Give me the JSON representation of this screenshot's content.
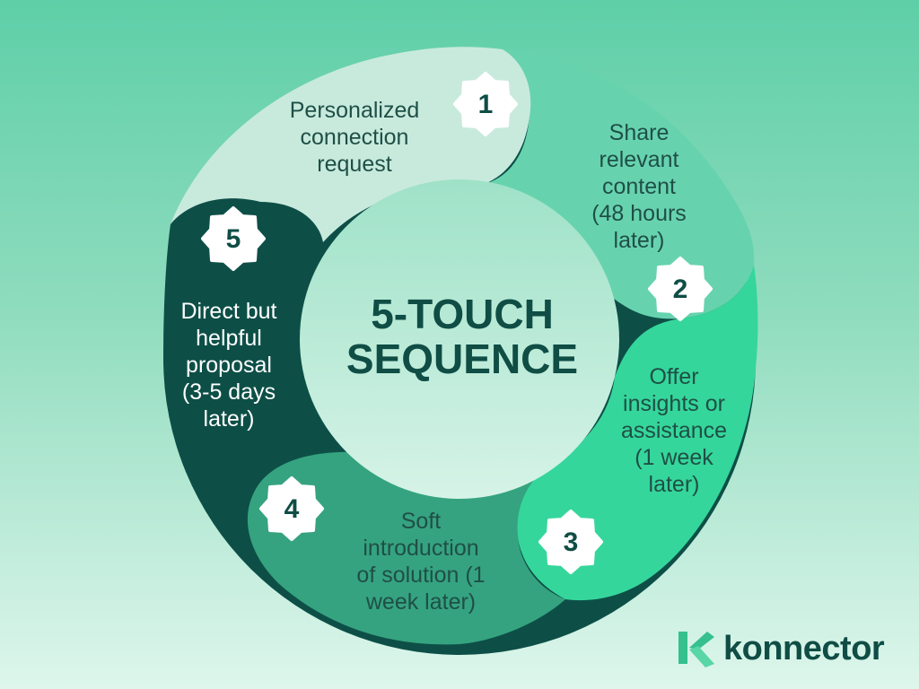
{
  "title": "5-TOUCH\nSEQUENCE",
  "steps": [
    {
      "number": "1",
      "text": "Personalized\nconnection\nrequest"
    },
    {
      "number": "2",
      "text": "Share\nrelevant\ncontent\n(48 hours\nlater)"
    },
    {
      "number": "3",
      "text": "Offer\ninsights or\nassistance\n(1 week\nlater)"
    },
    {
      "number": "4",
      "text": "Soft\nintroduction\nof solution (1\nweek later)"
    },
    {
      "number": "5",
      "text": "Direct but\nhelpful\nproposal\n(3-5 days\nlater)"
    }
  ],
  "brand": {
    "name": "konnector",
    "icon": "konnector-k-logo-icon"
  },
  "colors": {
    "step1": "#c8eadd",
    "step2": "#67d3ae",
    "step3": "#35d69b",
    "step4": "#35a37f",
    "step5": "#0d4f47",
    "center": "#b2e6d2",
    "text_dark": "#1f4f46",
    "title": "#0f4d45",
    "badge": "#ffffff"
  }
}
